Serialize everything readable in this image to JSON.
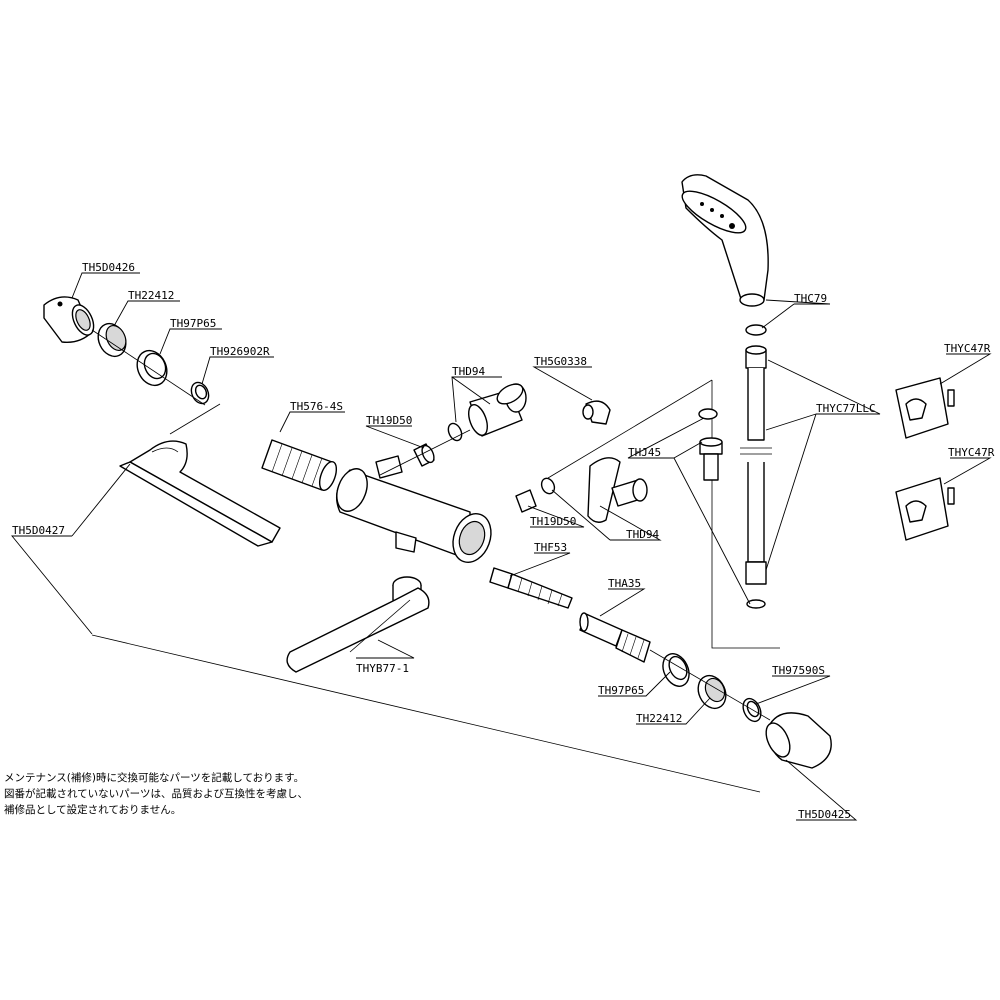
{
  "labels": {
    "th5d0426": "TH5D0426",
    "th22412_top": "TH22412",
    "th97p65_top": "TH97P65",
    "th926902r": "TH926902R",
    "th576_4s": "TH576-4S",
    "thd94_top": "THD94",
    "th19d50_top": "TH19D50",
    "th5g0338": "TH5G0338",
    "th5d0427": "TH5D0427",
    "th19d50_bottom": "TH19D50",
    "thd94_bottom": "THD94",
    "thf53": "THF53",
    "tha35": "THA35",
    "thyb77_1": "THYB77-1",
    "th97p65_bottom": "TH97P65",
    "th22412_bottom": "TH22412",
    "th97590s": "TH97590S",
    "th5d0425": "TH5D0425",
    "thc79": "THC79",
    "thyc77llc": "THYC77LLC",
    "thj45": "THJ45",
    "thyc47r_top": "THYC47R",
    "thyc47r_bottom": "THYC47R"
  },
  "note": {
    "line1": "メンテナンス(補修)時に交換可能なパーツを記載しております。",
    "line2": "図番が記載されていないパーツは、品質および互換性を考慮し、",
    "line3": "補修品として設定されておりません。"
  }
}
